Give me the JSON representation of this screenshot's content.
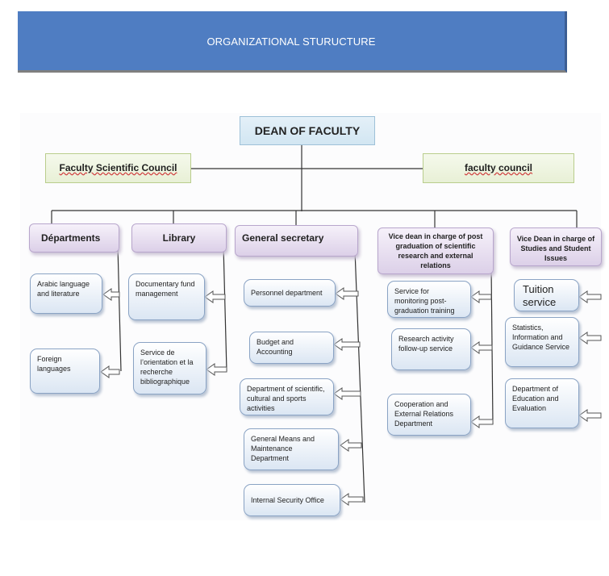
{
  "banner": {
    "title": "ORGANIZATIONAL STURUCTURE"
  },
  "chart": {
    "dean": "DEAN OF FACULTY",
    "scientific_council": "Faculty Scientific Council",
    "faculty_council": "faculty council",
    "departments": {
      "title": "Départments",
      "children": [
        "Arabic language and literature",
        "Foreign languages"
      ]
    },
    "library": {
      "title": "Library",
      "children": [
        "Documentary fund management",
        "Service de l’orientation et la recherche bibliographique"
      ]
    },
    "general_secretary": {
      "title": "General secretary",
      "children": [
        "Personnel department",
        "Budget and Accounting",
        "Department of scientific, cultural and sports activities",
        "General Means and Maintenance Department",
        "Internal Security Office"
      ]
    },
    "vice_dean_post": {
      "title": "Vice dean in charge of post graduation of scientific research and external relations",
      "children": [
        "Service for monitoring post-graduation training",
        "Research activity follow-up service",
        "Cooperation and External Relations Department"
      ]
    },
    "vice_dean_studies": {
      "title": "Vice Dean in charge of Studies and Student Issues",
      "children": [
        "Tuition service",
        "Statistics, Information and Guidance Service",
        "Department of Education and Evaluation"
      ]
    }
  },
  "colors": {
    "banner": "#4f7dc2",
    "header_box": "#dcd0e8",
    "leaf_box": "#dbe6f3",
    "council_box": "#e8f0d6",
    "dean_box": "#d2e6f2"
  }
}
